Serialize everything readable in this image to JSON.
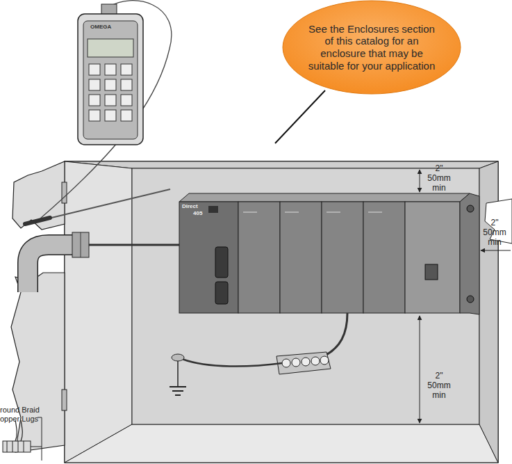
{
  "diagram": {
    "nodes": [
      {
        "text": [
          "See the Enclosures section of this catalog for an enclosure that may be suitable for your application"
        ]
      }
    ],
    "labels": [
      "OMEGA",
      "Direct",
      "405",
      "2\" 50mm min",
      "2\" 50mm min",
      "2\" 50mm min",
      "round Braid",
      "opper Lugs"
    ]
  }
}
